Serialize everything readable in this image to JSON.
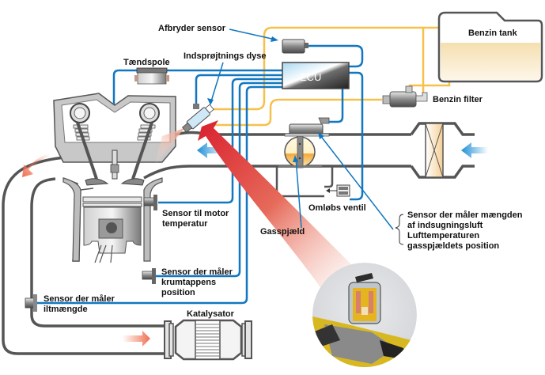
{
  "diagram": {
    "title": "Elektronisk brændstofindsprøjtning (motorstyring)",
    "colors": {
      "signal_line": "#1177c0",
      "fuel_line": "#f7c04a",
      "pipe_outline": "#555555",
      "metal_gray": "#b8b8b8",
      "intake_arrow": "#1e8fd6",
      "exhaust_arrow": "#f07050",
      "fuel_spray_arrow": "#d9202e",
      "tank_fuel": "#f8e3b8"
    },
    "labels": {
      "afbryder_sensor": "Afbryder sensor",
      "taendspole": "Tændspole",
      "indsproejtnings_dyse": "Indsprøjtnings dyse",
      "ecu": "ECU",
      "benzin_tank": "Benzin tank",
      "benzin_filter": "Benzin filter",
      "sensor_motor_temp_line1": "Sensor til motor",
      "sensor_motor_temp_line2": "temperatur",
      "gasspjaeld": "Gasspjæld",
      "omloebs_ventil": "Omløbs ventil",
      "sensor_luft_line1": "Sensor der måler mængden",
      "sensor_luft_line2": "af indsugningsluft",
      "sensor_luft_line3": "Lufttemperaturen",
      "sensor_luft_line4": "gasspjældets position",
      "sensor_krumtap_line1": "Sensor der måler",
      "sensor_krumtap_line2": "krumtappens",
      "sensor_krumtap_line3": "position",
      "sensor_ilt_line1": "Sensor der måler",
      "sensor_ilt_line2": "iltmængde",
      "katalysator": "Katalysator"
    },
    "icons": {
      "ecu_box": "ecu-icon",
      "ignition_coil": "ignition-coil-icon",
      "injector": "fuel-injector-icon",
      "fuel_tank": "fuel-tank-icon",
      "fuel_filter": "fuel-filter-icon",
      "air_filter": "air-filter-icon",
      "throttle_body": "throttle-valve-icon",
      "bypass_valve": "bypass-valve-icon",
      "catalytic_converter": "catalytic-converter-icon",
      "engine_cylinder": "engine-cylinder-icon",
      "injector_photo": "injector-cutaway-photo"
    }
  }
}
